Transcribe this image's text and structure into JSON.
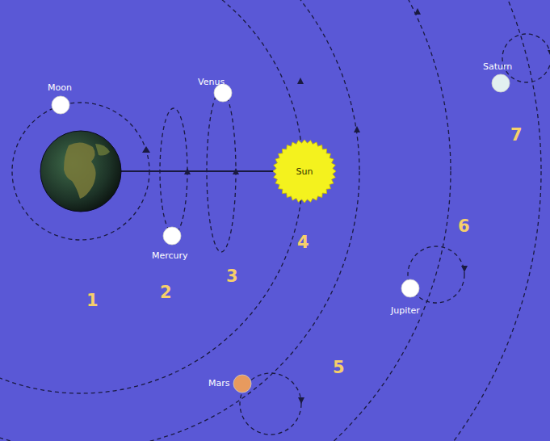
{
  "diagram": {
    "nodes": [
      {
        "text": [
          "Sun"
        ]
      }
    ],
    "labels": [
      "Moon",
      "Venus",
      "Mercury",
      "Saturn",
      "Jupiter",
      "Mars",
      "1",
      "2",
      "3",
      "4",
      "5",
      "6",
      "7"
    ]
  }
}
